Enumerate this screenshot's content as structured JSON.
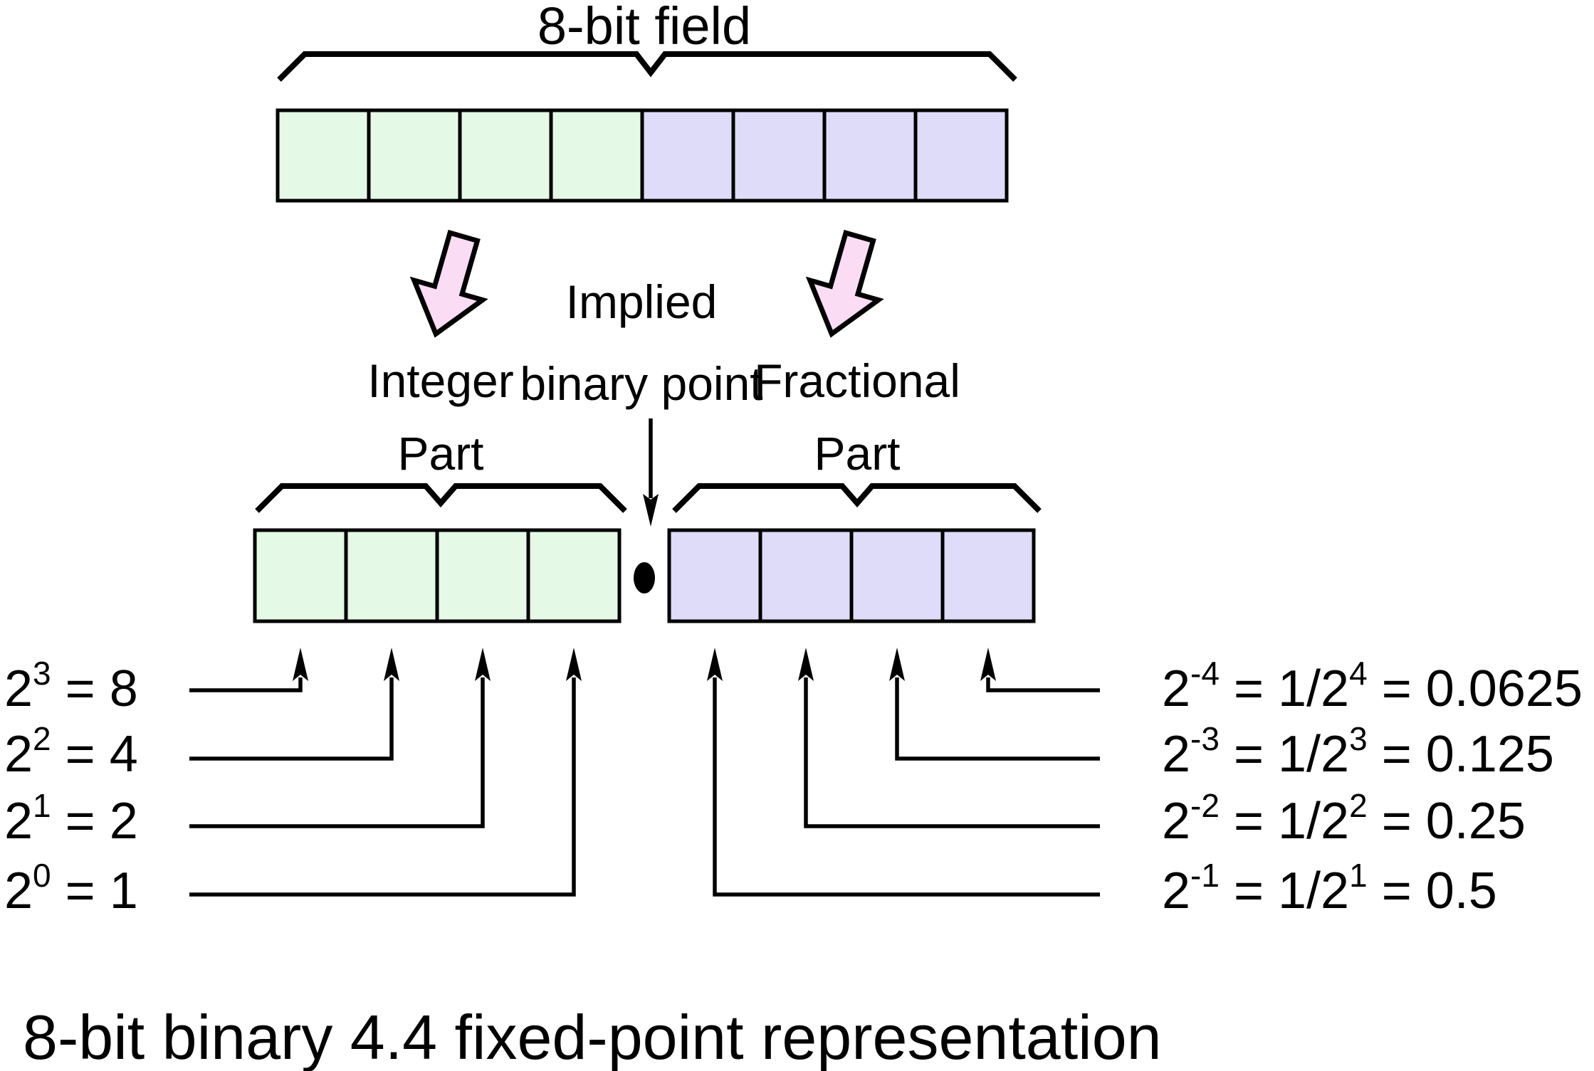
{
  "title": "8-bit field",
  "implied_point": {
    "line1": "Implied",
    "line2": "binary point"
  },
  "integer_part": {
    "line1": "Integer",
    "line2": "Part"
  },
  "fractional_part": {
    "line1": "Fractional",
    "line2": "Part"
  },
  "left_labels": [
    {
      "base": "2",
      "exp": "3",
      "value": " = 8"
    },
    {
      "base": "2",
      "exp": "2",
      "value": " = 4"
    },
    {
      "base": "2",
      "exp": "1",
      "value": " = 2"
    },
    {
      "base": "2",
      "exp": "0",
      "value": " = 1"
    }
  ],
  "right_labels": [
    {
      "base": "2",
      "exp": "-4",
      "frac": " = 1/2",
      "frac_exp": "4",
      "value": " = 0.0625"
    },
    {
      "base": "2",
      "exp": "-3",
      "frac": " = 1/2",
      "frac_exp": "3",
      "value": " = 0.125"
    },
    {
      "base": "2",
      "exp": "-2",
      "frac": " = 1/2",
      "frac_exp": "2",
      "value": " = 0.25"
    },
    {
      "base": "2",
      "exp": "-1",
      "frac": " = 1/2",
      "frac_exp": "1",
      "value": " = 0.5"
    }
  ],
  "caption": "8-bit binary 4.4 fixed-point representation",
  "structure": {
    "total_bits": 8,
    "integer_bits": 4,
    "fraction_bits": 4
  },
  "colors": {
    "integer_cell": "#e4f9e6",
    "fraction_cell": "#dedcf8",
    "arrow_fill": "#fadcf5",
    "line": "#000000",
    "background": "#ffffff"
  }
}
